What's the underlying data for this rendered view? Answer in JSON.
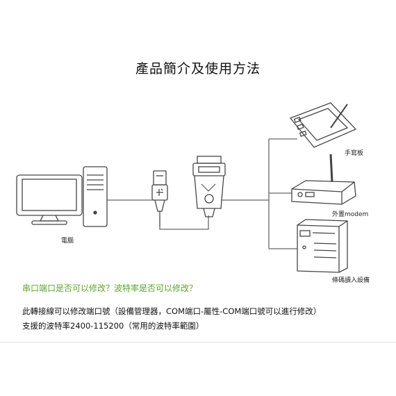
{
  "title": "產品簡介及使用方法",
  "labels": {
    "computer": "電腦",
    "tablet": "手寫板",
    "modem": "外置modem",
    "barcode": "條碼讀入設備"
  },
  "question": "串口端口是否可以修改？波特率是否可以修改？",
  "desc_line1": "此轉接線可以修改端口號（設備管理器，COM端口-屬性-COM端口號可以進行修改）",
  "desc_line2": "支援的波特率2400-115200（常用的波特率範圍）",
  "colors": {
    "question": "#5aa52f",
    "line": "#555555"
  }
}
